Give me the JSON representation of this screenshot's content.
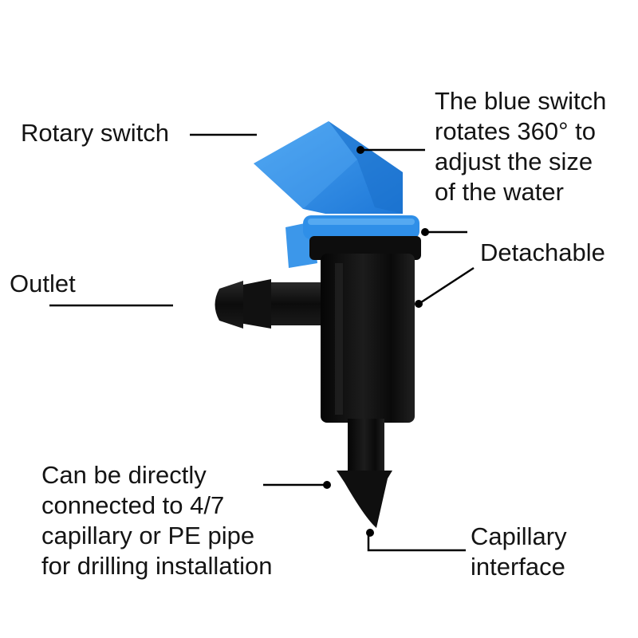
{
  "labels": {
    "rotary_switch": "Rotary switch",
    "blue_switch": [
      "The blue switch",
      "rotates 360° to",
      "adjust the size",
      "of the water"
    ],
    "outlet": "Outlet",
    "detachable": "Detachable",
    "direct_connect": [
      "Can be directly",
      "connected to 4/7",
      "capillary or PE pipe",
      "for drilling installation"
    ],
    "capillary_interface": [
      "Capillary",
      "interface"
    ]
  },
  "colors": {
    "switch_blue": "#2f8fe8",
    "body_black": "#111111",
    "text": "#141414",
    "leader_line": "#000000"
  }
}
